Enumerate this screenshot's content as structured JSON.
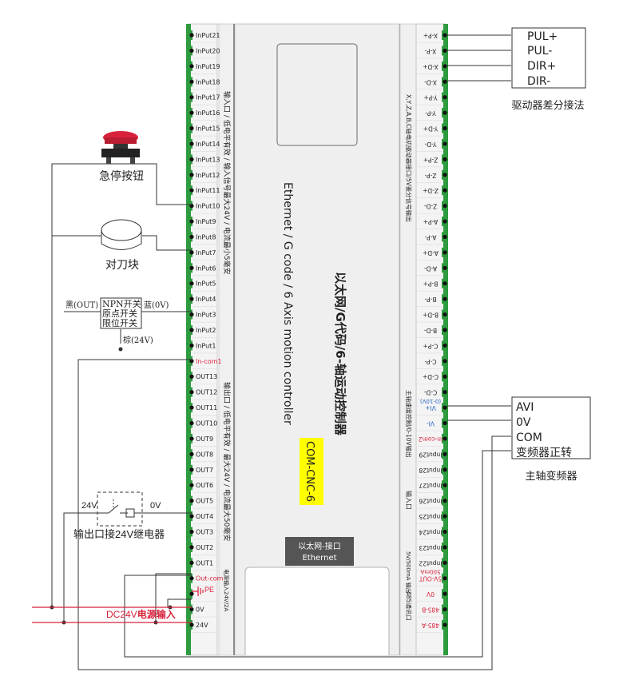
{
  "board": {
    "chinese_title": "以太网/G代码/6-轴运动控制器",
    "english_title": "Ethernet / G code / 6 Axis motion controller",
    "model": "COM-CNC-6",
    "ethernet_label_cn": "以太网-接口",
    "ethernet_label_en": "Ethernet",
    "model_badge_color": "#ffff00",
    "terminal_green": "#2e9b3f"
  },
  "left_terminals": [
    {
      "label": "InPut21",
      "red": false
    },
    {
      "label": "InPut20",
      "red": false
    },
    {
      "label": "InPut19",
      "red": false
    },
    {
      "label": "InPut18",
      "red": false
    },
    {
      "label": "InPut17",
      "red": false
    },
    {
      "label": "InPut16",
      "red": false
    },
    {
      "label": "InPut15",
      "red": false
    },
    {
      "label": "InPut14",
      "red": false
    },
    {
      "label": "InPut13",
      "red": false
    },
    {
      "label": "InPut12",
      "red": false
    },
    {
      "label": "InPut11",
      "red": false
    },
    {
      "label": "InPut10",
      "red": false
    },
    {
      "label": "InPut9",
      "red": false
    },
    {
      "label": "InPut8",
      "red": false
    },
    {
      "label": "InPut7",
      "red": false
    },
    {
      "label": "InPut6",
      "red": false
    },
    {
      "label": "InPut5",
      "red": false
    },
    {
      "label": "InPut4",
      "red": false
    },
    {
      "label": "InPut3",
      "red": false
    },
    {
      "label": "InPut2",
      "red": false
    },
    {
      "label": "InPut1",
      "red": false
    },
    {
      "label": "In-com1",
      "red": true
    },
    {
      "label": "OUT13",
      "red": false
    },
    {
      "label": "OUT12",
      "red": false
    },
    {
      "label": "OUT11",
      "red": false
    },
    {
      "label": "OUT10",
      "red": false
    },
    {
      "label": "OUT9",
      "red": false
    },
    {
      "label": "OUT8",
      "red": false
    },
    {
      "label": "OUT7",
      "red": false
    },
    {
      "label": "OUT6",
      "red": false
    },
    {
      "label": "OUT5",
      "red": false
    },
    {
      "label": "OUT4",
      "red": false
    },
    {
      "label": "OUT3",
      "red": false
    },
    {
      "label": "OUT2",
      "red": false
    },
    {
      "label": "OUT1",
      "red": false
    },
    {
      "label": "Out-com",
      "red": true
    },
    {
      "label": "",
      "red": false
    },
    {
      "label": "0V",
      "red": false
    },
    {
      "label": "24V",
      "red": false
    }
  ],
  "right_terminals": [
    {
      "label": "X-P+",
      "red": false
    },
    {
      "label": "X-P-",
      "red": false
    },
    {
      "label": "X-D+",
      "red": false
    },
    {
      "label": "X-D-",
      "red": false
    },
    {
      "label": "Y-P+",
      "red": false
    },
    {
      "label": "Y-P-",
      "red": false
    },
    {
      "label": "Y-D+",
      "red": false
    },
    {
      "label": "Y-D-",
      "red": false
    },
    {
      "label": "Z-P+",
      "red": false
    },
    {
      "label": "Z-P-",
      "red": false
    },
    {
      "label": "Z-D+",
      "red": false
    },
    {
      "label": "Z-D-",
      "red": false
    },
    {
      "label": "A-P+",
      "red": false
    },
    {
      "label": "A-P-",
      "red": false
    },
    {
      "label": "A-D+",
      "red": false
    },
    {
      "label": "A-D-",
      "red": false
    },
    {
      "label": "B-P+",
      "red": false
    },
    {
      "label": "B-P-",
      "red": false
    },
    {
      "label": "B-D+",
      "red": false
    },
    {
      "label": "B-D-",
      "red": false
    },
    {
      "label": "C-P+",
      "red": false
    },
    {
      "label": "C-P-",
      "red": false
    },
    {
      "label": "C-D+",
      "red": false
    },
    {
      "label": "C-D-",
      "red": false
    },
    {
      "label": "VI+",
      "red": false,
      "blue": true,
      "sub": "(0-10V)"
    },
    {
      "label": "VI-",
      "red": false,
      "blue": true
    },
    {
      "label": "In-com2",
      "red": true
    },
    {
      "label": "Input29",
      "red": false
    },
    {
      "label": "Input28",
      "red": false
    },
    {
      "label": "Input27",
      "red": false
    },
    {
      "label": "Input26",
      "red": false
    },
    {
      "label": "Input25",
      "red": false
    },
    {
      "label": "Input24",
      "red": false
    },
    {
      "label": "Input23",
      "red": false
    },
    {
      "label": "Input22",
      "red": false
    },
    {
      "label": "5V-OUT",
      "red": true,
      "sub": "500mA"
    },
    {
      "label": "0V",
      "red": true
    },
    {
      "label": "485-B",
      "red": true
    },
    {
      "label": "485-A",
      "red": true
    }
  ],
  "strip_texts": {
    "input_port": "输入口 / 低电平有效 / 输入信号最大24V / 电流最小5毫安",
    "output_port": "输出口 / 低电平有效 / 最大24V / 电流最大50毫安",
    "power_input": "电源输入24V/2A",
    "axis_port": "X,Y,Z,A,B,C轴电机驱动器接口/5V差分信号输出",
    "spindle_port": "主轴速度控制/0-10V输出",
    "input_port_right": "输入口",
    "power_5v": "5V/500mA 输出",
    "comm_485": "485通讯口"
  },
  "external": {
    "estop_label": "急停按钮",
    "tool_setter_label": "对刀块",
    "npn_line1": "NPN开关",
    "npn_line2": "原点开关",
    "npn_line3": "限位开关",
    "npn_black": "黑(OUT)",
    "npn_blue": "蓝(0V)",
    "npn_brown": "棕(24V)",
    "relay_24v": "24V",
    "relay_0v": "0V",
    "relay_label": "输出口接24V继电器",
    "pe_label": "PE",
    "dc_label_part1": "DC24V",
    "dc_label_part2": "电源输入",
    "driver_signals": [
      "PUL+",
      "PUL-",
      "DIR+",
      "DIR-"
    ],
    "driver_caption": "驱动器差分接法",
    "vfd_signals": [
      "AVI",
      "0V",
      "COM",
      "变频器正转"
    ],
    "vfd_caption": "主轴变频器"
  }
}
